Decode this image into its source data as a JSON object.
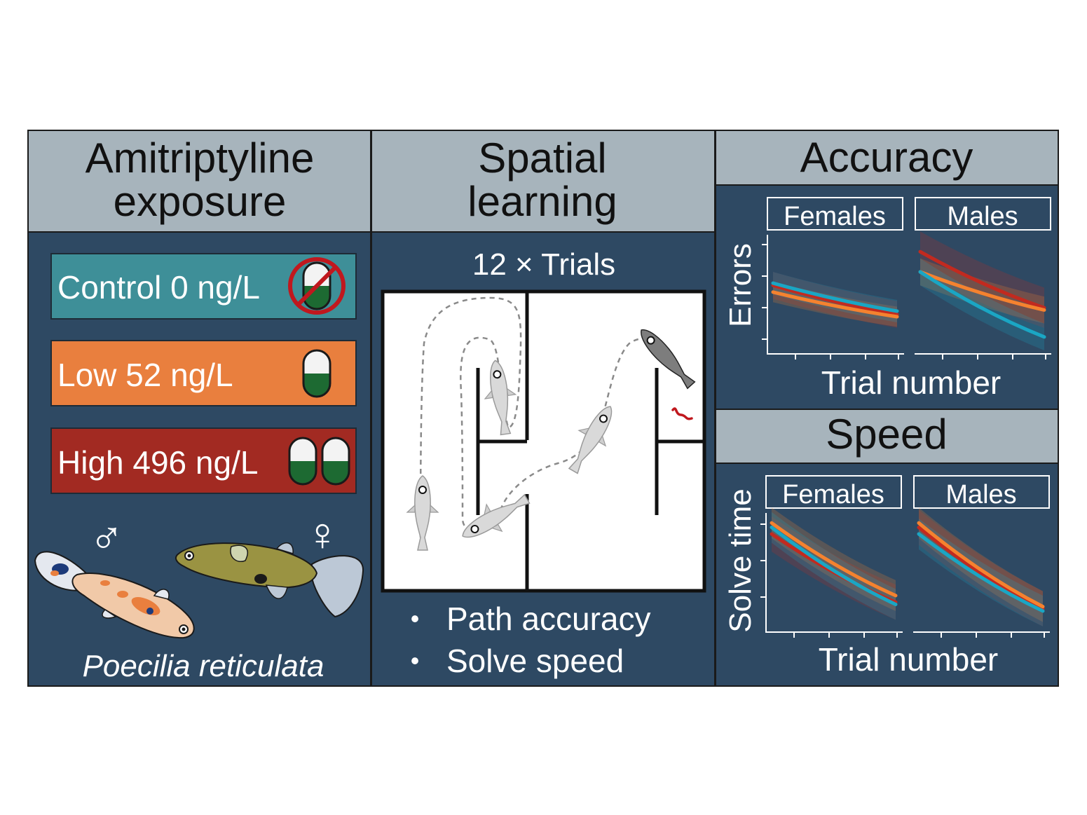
{
  "colors": {
    "panel": "#2e4963",
    "header": "#a7b4bc",
    "control": "#3e8f98",
    "low": "#e97f3e",
    "high": "#a22a22",
    "pill_green": "#1d6a32",
    "series_control": "#1aa6c4",
    "series_low": "#f5822f",
    "series_high": "#c22a1f"
  },
  "exposure": {
    "title_line1": "Amitriptyline",
    "title_line2": "exposure",
    "control_label": "Control 0 ng/L",
    "low_label": "Low 52 ng/L",
    "high_label": "High 496 ng/L",
    "male_symbol": "♂",
    "female_symbol": "♀",
    "species": "Poecilia reticulata"
  },
  "learning": {
    "title_line1": "Spatial",
    "title_line2": "learning",
    "trials": "12 × Trials",
    "bullet_1": "Path accuracy",
    "bullet_2": "Solve speed"
  },
  "accuracy": {
    "title": "Accuracy",
    "ylabel": "Errors",
    "xlabel": "Trial number",
    "facet_females": "Females",
    "facet_males": "Males"
  },
  "speed": {
    "title": "Speed",
    "ylabel": "Solve time",
    "xlabel": "Trial number",
    "facet_females": "Females",
    "facet_males": "Males"
  },
  "chart_data": [
    {
      "type": "line",
      "facet": "Females",
      "xlabel": "Trial number",
      "ylabel": "Errors",
      "x": [
        0,
        1
      ],
      "ylim": [
        0,
        1
      ],
      "series": [
        {
          "key": "control",
          "values": [
            0.6,
            0.35
          ],
          "band": 0.1
        },
        {
          "key": "low",
          "values": [
            0.52,
            0.3
          ],
          "band": 0.09
        },
        {
          "key": "high",
          "values": [
            0.58,
            0.32
          ],
          "band": 0.12
        }
      ]
    },
    {
      "type": "line",
      "facet": "Males",
      "xlabel": "Trial number",
      "ylabel": "Errors",
      "x": [
        0,
        1
      ],
      "ylim": [
        0,
        1
      ],
      "series": [
        {
          "key": "control",
          "values": [
            0.7,
            0.12
          ],
          "band": 0.12
        },
        {
          "key": "low",
          "values": [
            0.7,
            0.36
          ],
          "band": 0.12
        },
        {
          "key": "high",
          "values": [
            0.88,
            0.38
          ],
          "band": 0.18
        }
      ]
    },
    {
      "type": "line",
      "facet": "Females",
      "xlabel": "Trial number",
      "ylabel": "Solve time",
      "x": [
        0,
        1
      ],
      "ylim": [
        0,
        1
      ],
      "series": [
        {
          "key": "control",
          "values": [
            0.92,
            0.22
          ],
          "band": 0.14
        },
        {
          "key": "low",
          "values": [
            0.96,
            0.3
          ],
          "band": 0.14
        },
        {
          "key": "high",
          "values": [
            0.86,
            0.24
          ],
          "band": 0.16
        }
      ]
    },
    {
      "type": "line",
      "facet": "Males",
      "xlabel": "Trial number",
      "ylabel": "Solve time",
      "x": [
        0,
        1
      ],
      "ylim": [
        0,
        1
      ],
      "series": [
        {
          "key": "control",
          "values": [
            0.86,
            0.16
          ],
          "band": 0.14
        },
        {
          "key": "low",
          "values": [
            0.96,
            0.2
          ],
          "band": 0.14
        },
        {
          "key": "high",
          "values": [
            0.92,
            0.18
          ],
          "band": 0.16
        }
      ]
    }
  ]
}
